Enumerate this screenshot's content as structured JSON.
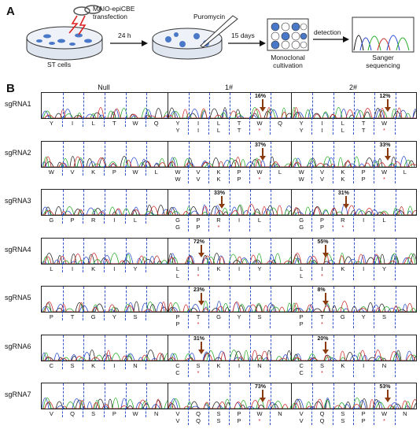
{
  "panel_a": {
    "letter": "A",
    "transfection_label": [
      "MAIO-epiCBE",
      "transfection"
    ],
    "cells_label": "ST cells",
    "arrow1_label": "24 h",
    "puromycin_label": "Puromycin",
    "arrow2_label": "15 days",
    "plate_label": [
      "Monoclonal",
      "cultivation"
    ],
    "arrow3_label": "detection",
    "seq_label": [
      "Sanger",
      "sequencing"
    ]
  },
  "panel_b": {
    "letter": "B",
    "columns": [
      "Null",
      "1#",
      "2#"
    ],
    "rows": [
      {
        "label": "sgRNA1",
        "null_aa": [
          "Y",
          "I",
          "L",
          "T",
          "W",
          "Q"
        ],
        "c1_aa": [
          [
            "Y",
            "I",
            "L",
            "T",
            "W",
            "Q"
          ],
          [
            "Y",
            "I",
            "L",
            "T",
            "*",
            ""
          ]
        ],
        "c1_pct": "16%",
        "c2_aa": [
          [
            "Y",
            "I",
            "L",
            "T",
            "W",
            ""
          ],
          [
            "Y",
            "I",
            "L",
            "T",
            "*",
            ""
          ]
        ],
        "c2_pct": "12%"
      },
      {
        "label": "sgRNA2",
        "null_aa": [
          "W",
          "V",
          "K",
          "P",
          "W",
          "L"
        ],
        "c1_aa": [
          [
            "W",
            "V",
            "K",
            "P",
            "W",
            "L"
          ],
          [
            "W",
            "V",
            "K",
            "P",
            "*",
            ""
          ]
        ],
        "c1_pct": "37%",
        "c2_aa": [
          [
            "W",
            "V",
            "K",
            "P",
            "W",
            "L"
          ],
          [
            "W",
            "V",
            "K",
            "P",
            "*",
            ""
          ]
        ],
        "c2_pct": "33%"
      },
      {
        "label": "sgRNA3",
        "null_aa": [
          "G",
          "P",
          "R",
          "I",
          "L",
          ""
        ],
        "c1_aa": [
          [
            "G",
            "P",
            "R",
            "I",
            "L",
            ""
          ],
          [
            "G",
            "P",
            "*",
            "",
            "",
            ""
          ]
        ],
        "c1_pct": "33%",
        "c2_aa": [
          [
            "G",
            "P",
            "R",
            "I",
            "L",
            ""
          ],
          [
            "G",
            "P",
            "*",
            "",
            "",
            ""
          ]
        ],
        "c2_pct": "31%"
      },
      {
        "label": "sgRNA4",
        "null_aa": [
          "L",
          "I",
          "K",
          "I",
          "Y",
          ""
        ],
        "c1_aa": [
          [
            "L",
            "I",
            "K",
            "I",
            "Y",
            ""
          ],
          [
            "L",
            "*",
            "",
            "",
            "",
            ""
          ]
        ],
        "c1_pct": "72%",
        "c2_aa": [
          [
            "L",
            "I",
            "K",
            "I",
            "Y",
            ""
          ],
          [
            "L",
            "*",
            "",
            "",
            "",
            ""
          ]
        ],
        "c2_pct": "55%"
      },
      {
        "label": "sgRNA5",
        "null_aa": [
          "P",
          "T",
          "G",
          "Y",
          "S",
          ""
        ],
        "c1_aa": [
          [
            "P",
            "T",
            "G",
            "Y",
            "S",
            ""
          ],
          [
            "P",
            "*",
            "",
            "",
            "",
            ""
          ]
        ],
        "c1_pct": "23%",
        "c2_aa": [
          [
            "P",
            "T",
            "G",
            "Y",
            "S",
            ""
          ],
          [
            "P",
            "*",
            "",
            "",
            "",
            ""
          ]
        ],
        "c2_pct": "8%"
      },
      {
        "label": "sgRNA6",
        "null_aa": [
          "C",
          "S",
          "K",
          "I",
          "N",
          ""
        ],
        "c1_aa": [
          [
            "C",
            "S",
            "K",
            "I",
            "N",
            ""
          ],
          [
            "C",
            "*",
            "",
            "",
            "",
            ""
          ]
        ],
        "c1_pct": "31%",
        "c2_aa": [
          [
            "C",
            "S",
            "K",
            "I",
            "N",
            ""
          ],
          [
            "C",
            "*",
            "",
            "",
            "",
            ""
          ]
        ],
        "c2_pct": "20%"
      },
      {
        "label": "sgRNA7",
        "null_aa": [
          "V",
          "Q",
          "S",
          "P",
          "W",
          "N"
        ],
        "c1_aa": [
          [
            "V",
            "Q",
            "S",
            "P",
            "W",
            "N"
          ],
          [
            "V",
            "Q",
            "S",
            "P",
            "*",
            ""
          ]
        ],
        "c1_pct": "73%",
        "c2_aa": [
          [
            "V",
            "Q",
            "S",
            "P",
            "W",
            "N"
          ],
          [
            "V",
            "Q",
            "S",
            "P",
            "*",
            ""
          ]
        ],
        "c2_pct": "53%"
      }
    ]
  },
  "colors": {
    "trace_a": "#1a1a1a",
    "trace_c": "#2244cc",
    "trace_g": "#111111",
    "trace_t": "#cc2222",
    "trace_green": "#22aa22",
    "arrow": "#8b3a0e",
    "divider": "#3355cc",
    "well": "#4a78c8"
  }
}
